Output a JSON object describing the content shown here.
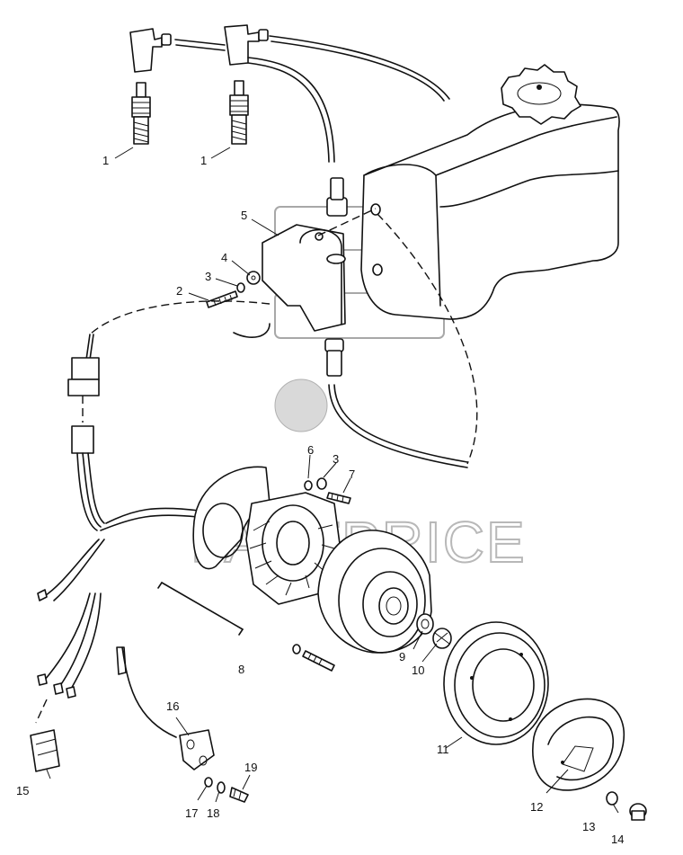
{
  "watermark": "FASTPRICE",
  "callouts": [
    "1",
    "1",
    "5",
    "4",
    "3",
    "2",
    "6",
    "3",
    "7",
    "8",
    "9",
    "10",
    "11",
    "12",
    "13",
    "14",
    "15",
    "16",
    "17",
    "18",
    "19"
  ],
  "colors": {
    "line": "#111111",
    "watermark": "#b8b8b8"
  }
}
